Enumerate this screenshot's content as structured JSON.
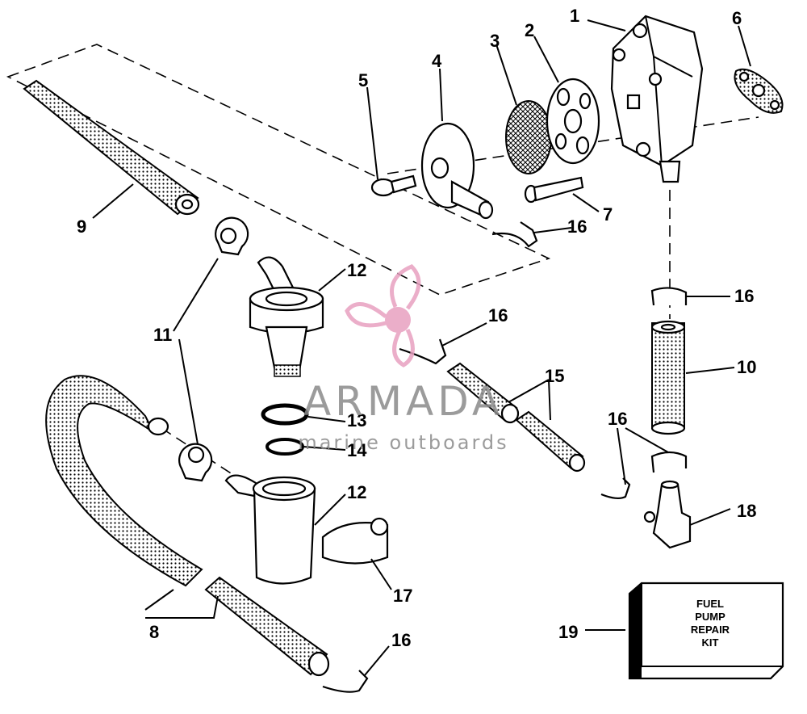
{
  "callouts": [
    {
      "label": "1"
    },
    {
      "label": "2"
    },
    {
      "label": "3"
    },
    {
      "label": "4"
    },
    {
      "label": "5"
    },
    {
      "label": "6"
    },
    {
      "label": "7"
    },
    {
      "label": "8"
    },
    {
      "label": "9"
    },
    {
      "label": "10"
    },
    {
      "label": "11"
    },
    {
      "label": "12"
    },
    {
      "label": "12"
    },
    {
      "label": "13"
    },
    {
      "label": "14"
    },
    {
      "label": "15"
    },
    {
      "label": "16"
    },
    {
      "label": "16"
    },
    {
      "label": "16"
    },
    {
      "label": "16"
    },
    {
      "label": "16"
    },
    {
      "label": "17"
    },
    {
      "label": "18"
    },
    {
      "label": "19"
    }
  ],
  "repair_kit": {
    "lines": [
      "FUEL",
      "PUMP",
      "REPAIR",
      "KIT"
    ]
  },
  "watermark": {
    "brand": "ARMADA",
    "tagline": "marine outboards",
    "color": "#e8a0c0"
  }
}
